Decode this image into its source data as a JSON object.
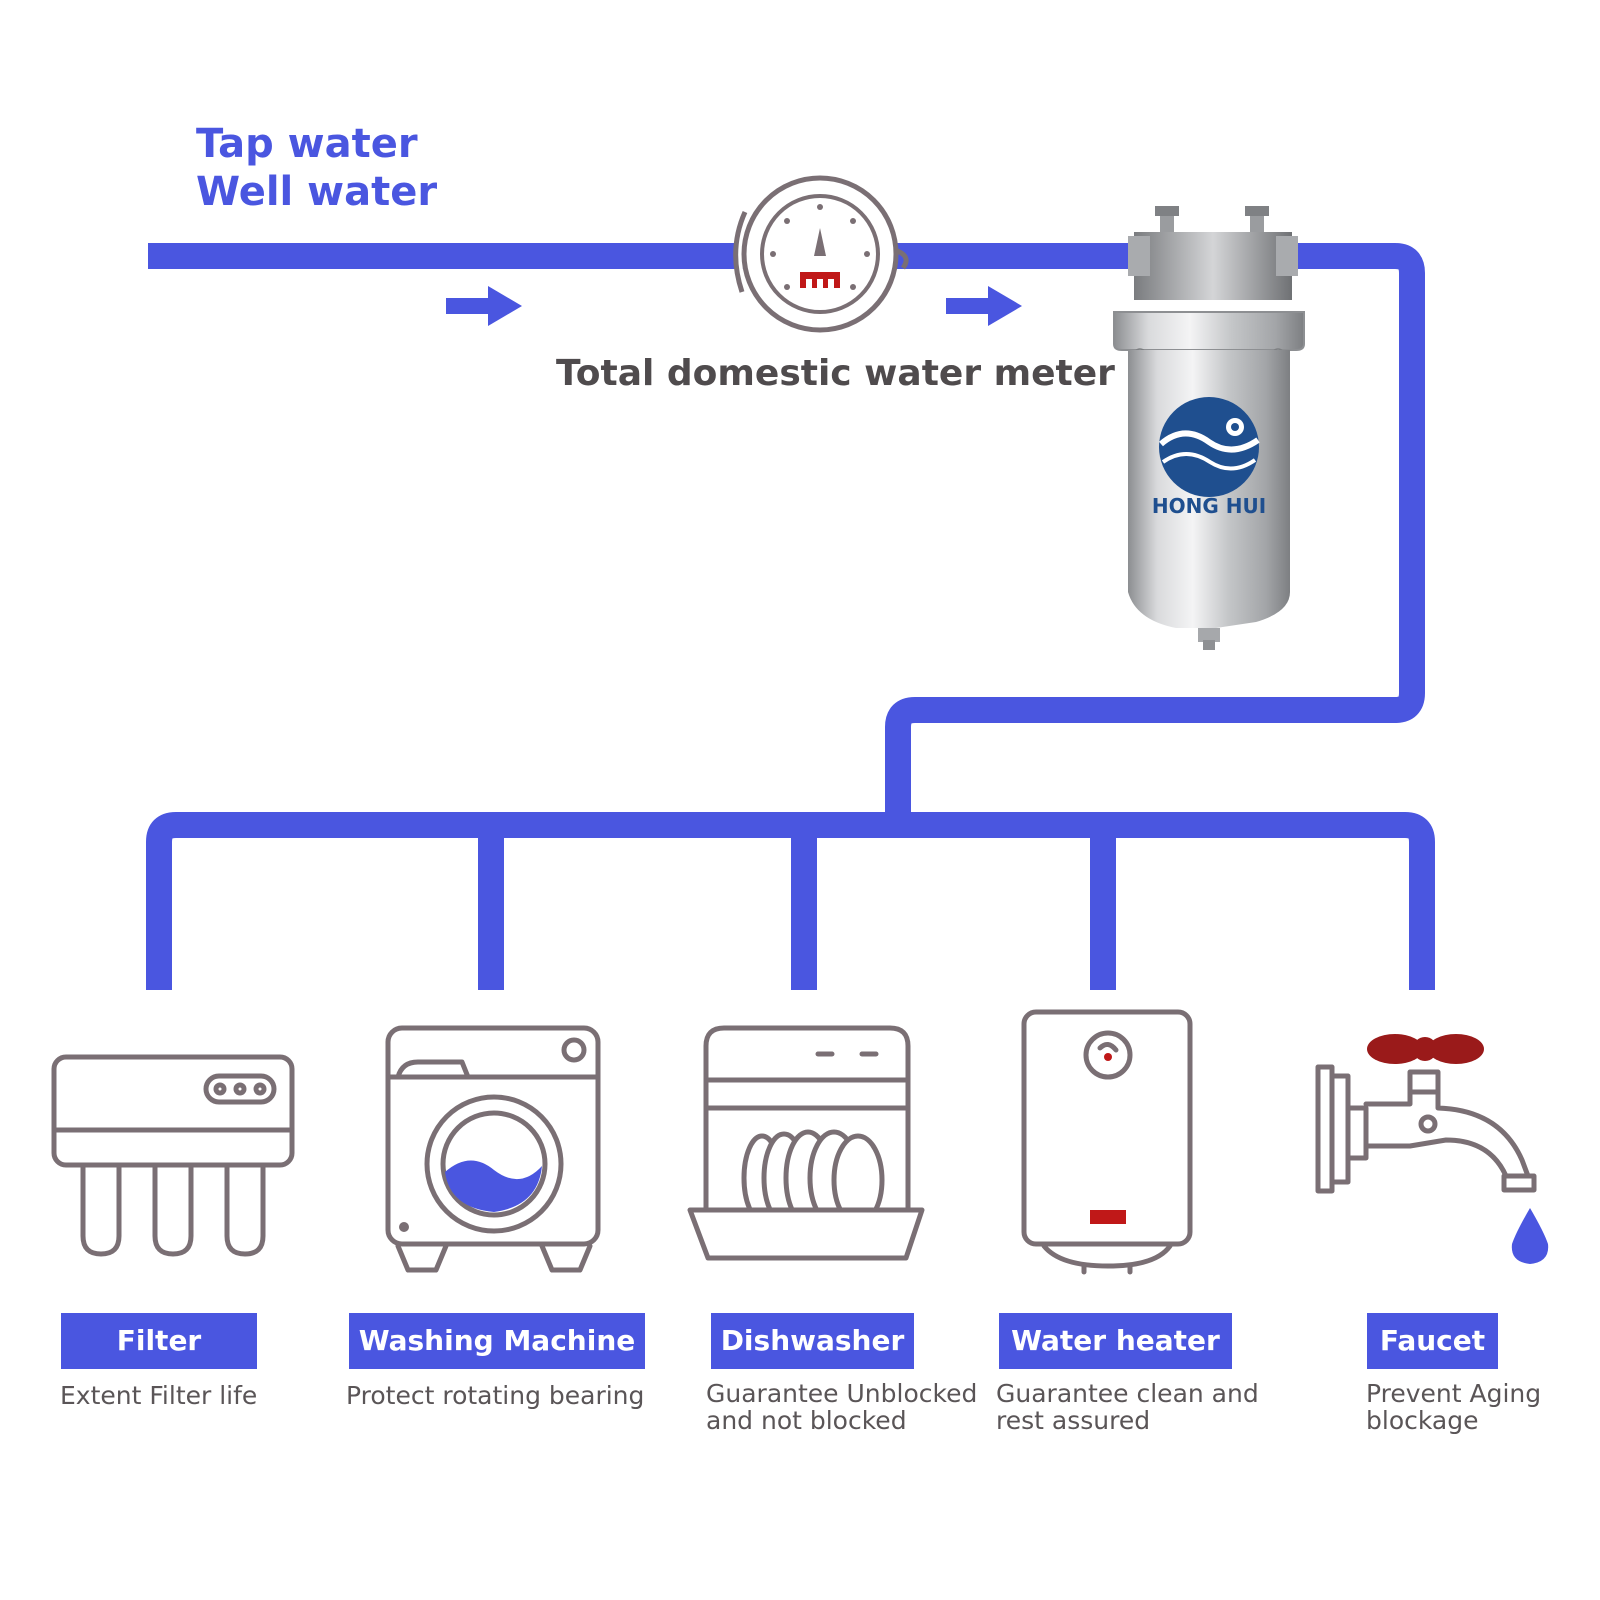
{
  "sources": {
    "line1": "Tap water",
    "line2": "Well water"
  },
  "meter": {
    "label": "Total domestic water meter"
  },
  "filter_housing": {
    "brand": "HONG HUI"
  },
  "appliances": [
    {
      "name": "Filter",
      "description": "Extent Filter life",
      "icon": "ro-filter-icon"
    },
    {
      "name": "Washing Machine",
      "description": "Protect rotating bearing",
      "icon": "washing-machine-icon"
    },
    {
      "name": "Dishwasher",
      "description": "Guarantee Unblocked and not blocked",
      "icon": "dishwasher-icon"
    },
    {
      "name": "Water heater",
      "description": "Guarantee clean and rest assured",
      "icon": "water-heater-icon"
    },
    {
      "name": "Faucet",
      "description": "Prevent Aging blockage",
      "icon": "faucet-icon"
    }
  ],
  "colors": {
    "pipe": "#4a56e0",
    "outline": "#7a6f74",
    "accent_red": "#c01818",
    "valve_red": "#9a1a1a",
    "brand_blue": "#1f4f8f"
  }
}
